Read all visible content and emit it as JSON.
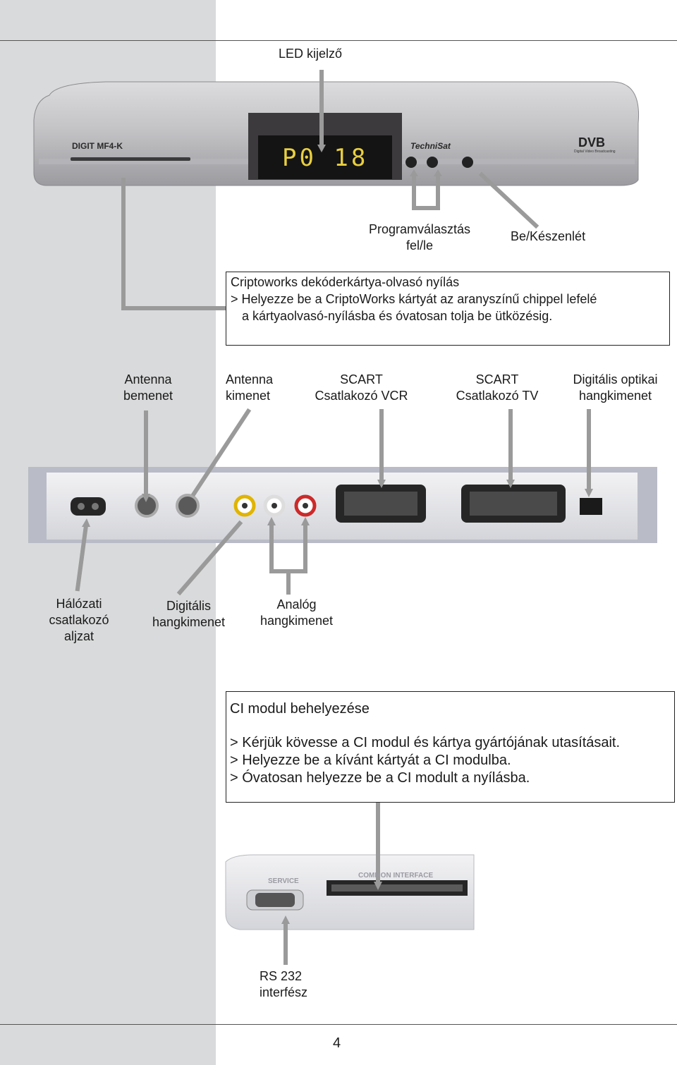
{
  "front_panel": {
    "led_label": "LED kijelző",
    "model_text": "DIGIT MF4-K",
    "brand_text": "TechniSat",
    "display_text": "P0 18",
    "dvb_logo": "DVB",
    "dvb_sub": "Digital Video Broadcasting",
    "prog_label_1": "Programválasztás",
    "prog_label_2": "fel/le",
    "standby_label": "Be/Készenlét"
  },
  "card_box": {
    "title": "Criptoworks dekóderkártya-olvasó nyílás",
    "line1": "> Helyezze be a CriptoWorks kártyát az aranyszínű chippel lefelé",
    "line2": "a kártyaolvasó-nyílásba és óvatosan tolja be ütközésig."
  },
  "rear_top_labels": {
    "antenna_in_1": "Antenna",
    "antenna_in_2": "bemenet",
    "antenna_out_1": "Antenna",
    "antenna_out_2": "kimenet",
    "scart_vcr_1": "SCART",
    "scart_vcr_2": "Csatlakozó VCR",
    "scart_tv_1": "SCART",
    "scart_tv_2": "Csatlakozó TV",
    "optical_1": "Digitális optikai",
    "optical_2": "hangkimenet"
  },
  "rear_bottom_labels": {
    "mains_1": "Hálózati",
    "mains_2": "csatlakozó",
    "mains_3": "aljzat",
    "digital_1": "Digitális",
    "digital_2": "hangkimenet",
    "analog_1": "Analóg",
    "analog_2": "hangkimenet"
  },
  "ci_box": {
    "title": "CI modul behelyezése",
    "line1": "> Kérjük kövesse a CI modul és kártya gyártójának utasításait.",
    "line2": "> Helyezze be a kívánt kártyát a CI modulba.",
    "line3": "> Óvatosan helyezze be a CI modult a nyílásba."
  },
  "side_panel": {
    "service_text": "SERVICE",
    "ci_text": "COMMON INTERFACE",
    "rs232_1": "RS 232",
    "rs232_2": "interfész"
  },
  "page_number": "4",
  "colors": {
    "sidebar": "#d9dadb",
    "arrow": "#9a9a9a",
    "device_silver": "#c8c8ca"
  }
}
